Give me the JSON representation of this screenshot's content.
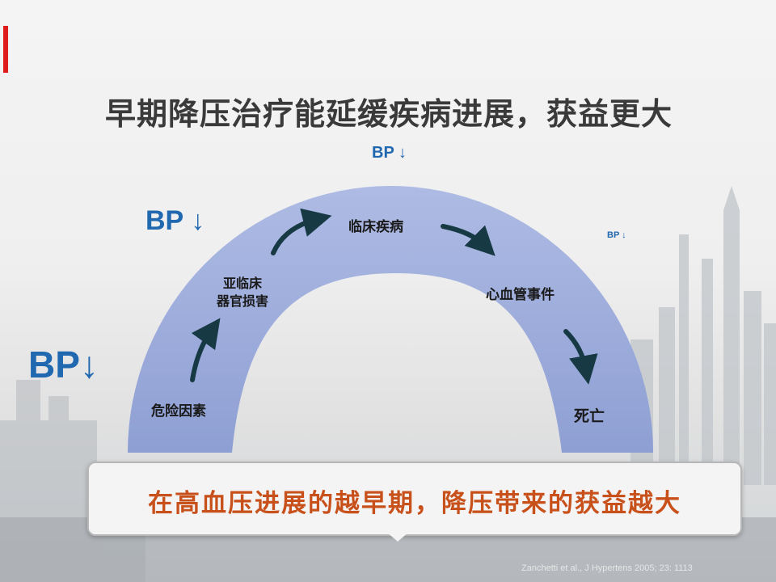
{
  "title": "早期降压治疗能延缓疾病进展，获益更大",
  "bp_labels": {
    "large": "BP↓",
    "medium": "BP ↓",
    "top": "BP ↓",
    "small": "BP ↓"
  },
  "stages": {
    "risk_factors": "危险因素",
    "subclinical_line1": "亚临床",
    "subclinical_line2": "器官损害",
    "clinical_disease": "临床疾病",
    "cv_events": "心血管事件",
    "death": "死亡"
  },
  "banner": "在高血压进展的越早期，降压带来的获益越大",
  "citation": "Zanchetti et al., J Hypertens 2005; 23: 1113",
  "colors": {
    "arc": "#9fb0dd",
    "bp_blue": "#2068b0",
    "banner_text": "#c8501a",
    "accent": "#e01b1b",
    "arrow": "#173944"
  }
}
